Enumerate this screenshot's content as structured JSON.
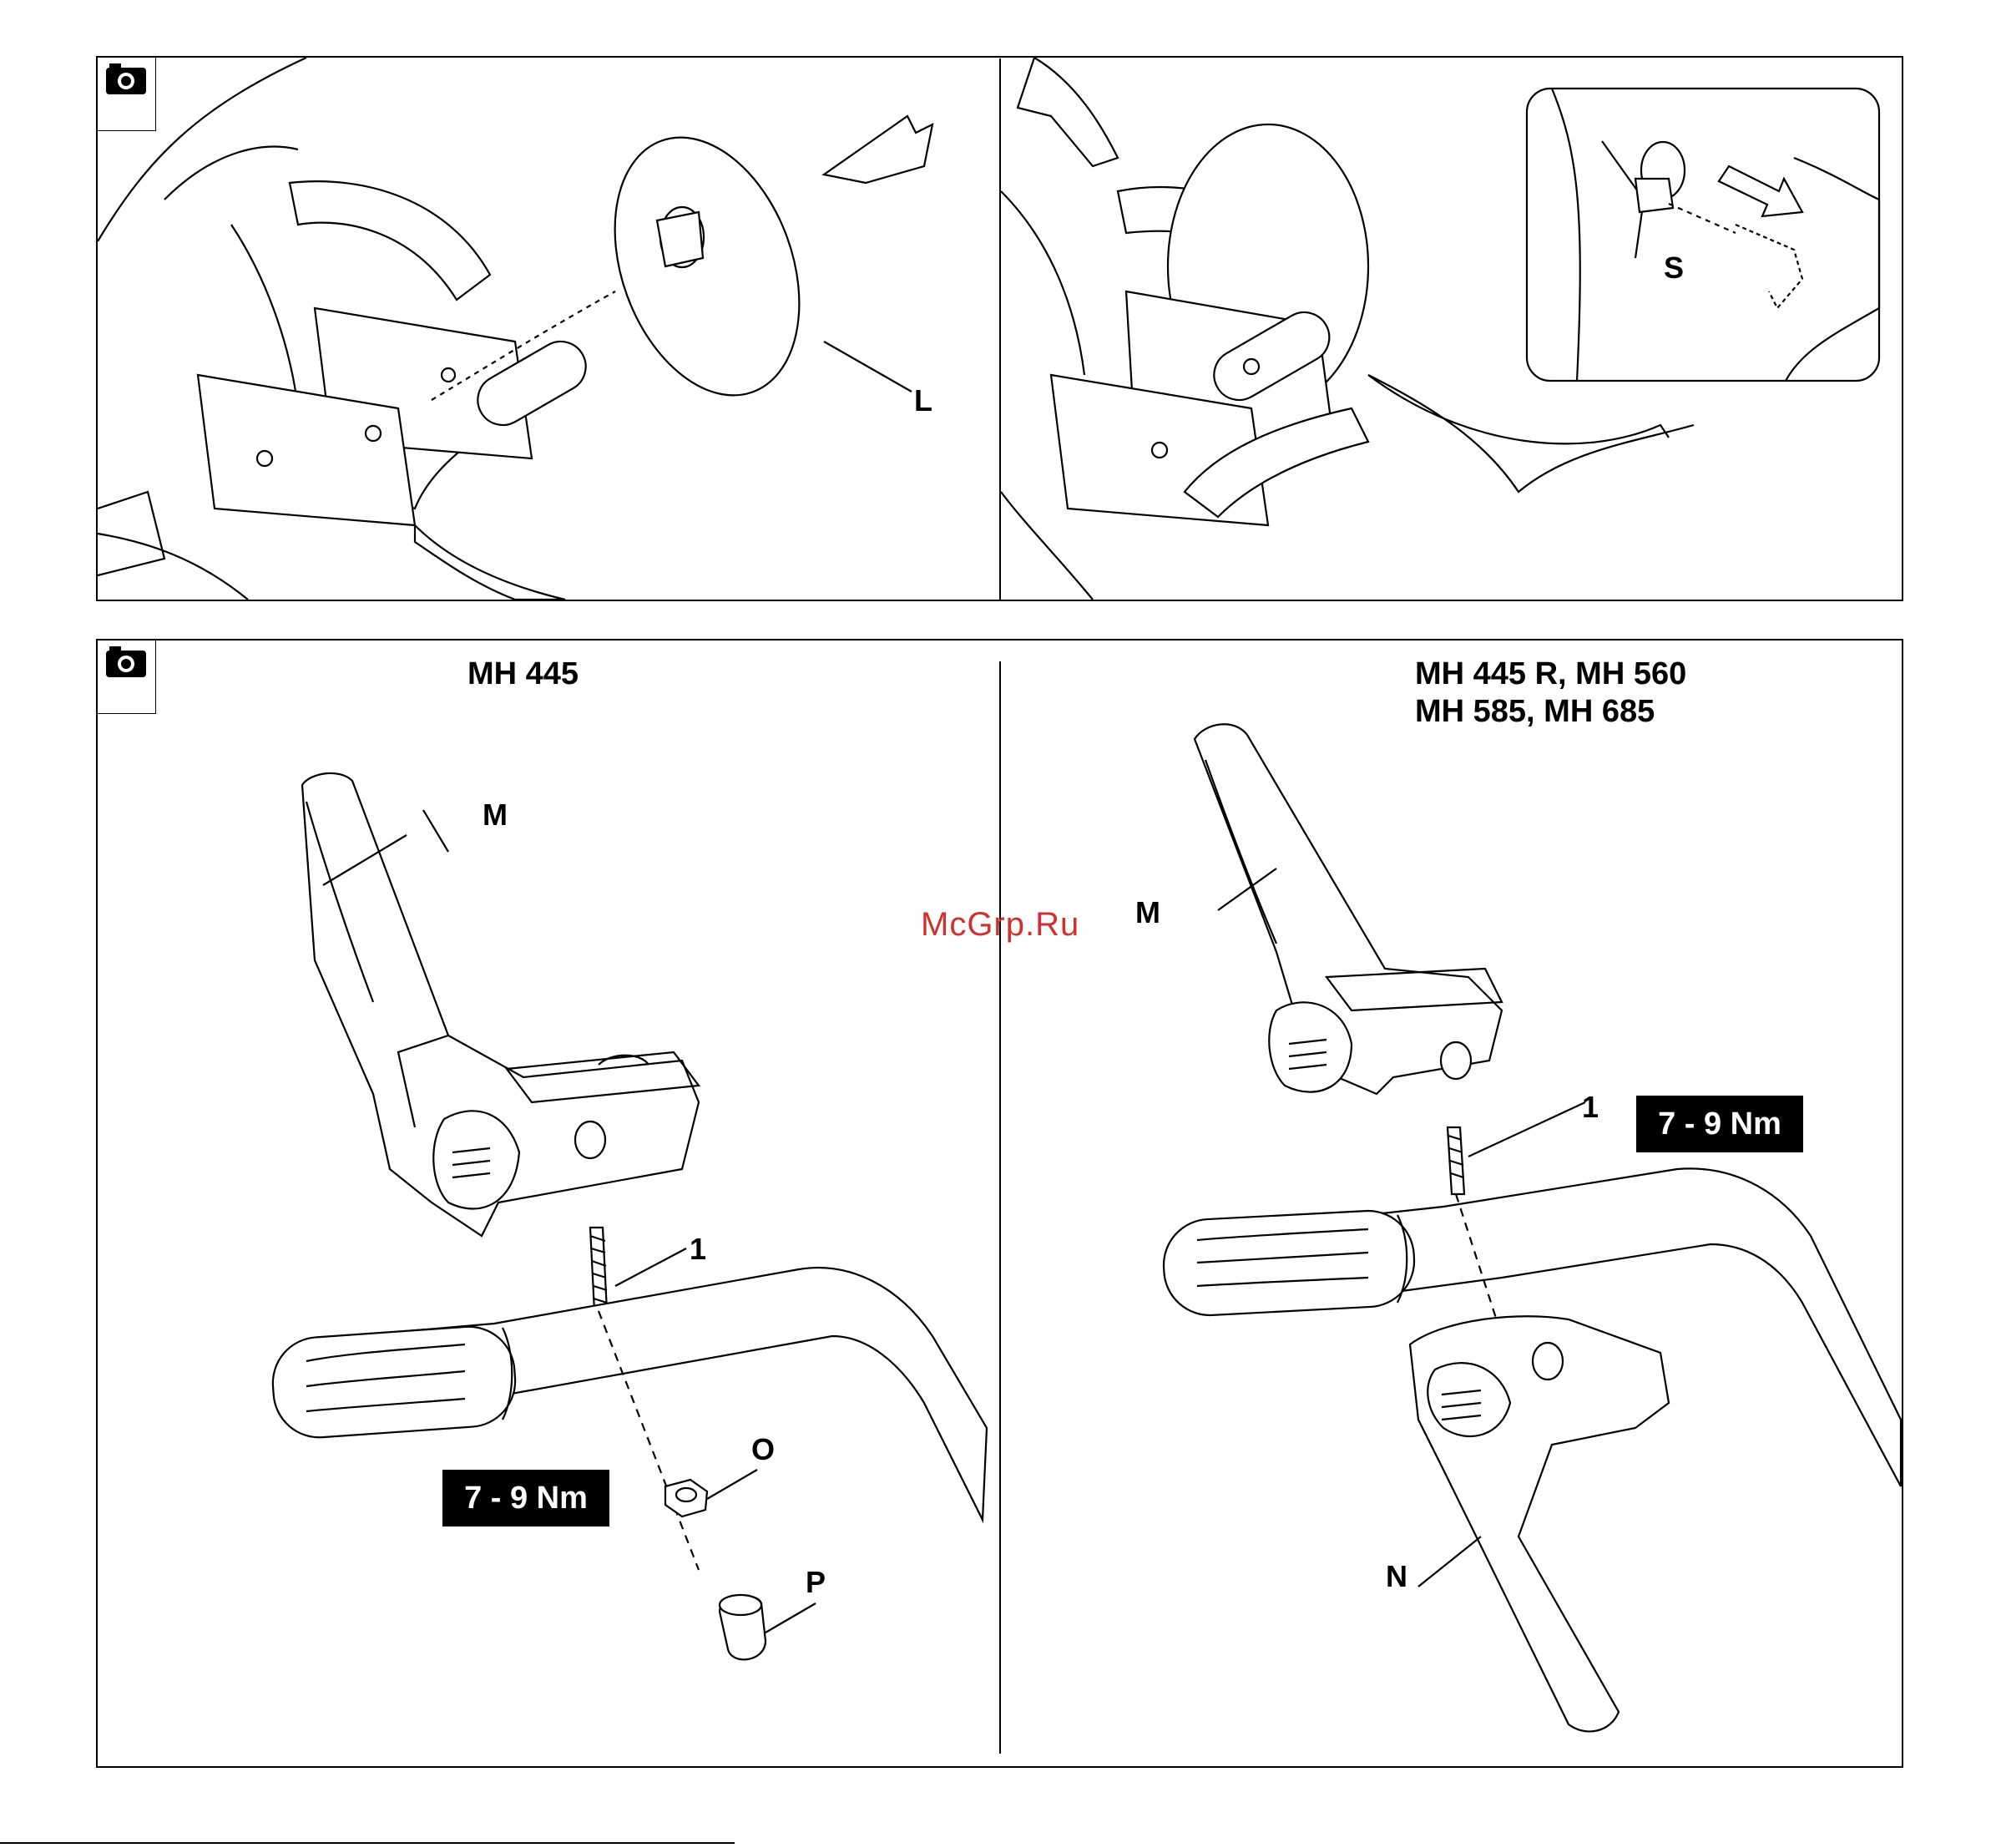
{
  "top_left": {
    "callouts": {
      "L": "L"
    }
  },
  "top_right": {
    "callouts": {
      "S": "S"
    }
  },
  "bottom_left": {
    "model": "MH 445",
    "torque": "7 - 9 Nm",
    "callouts": {
      "M": "M",
      "one": "1",
      "O": "O",
      "P": "P"
    }
  },
  "bottom_right": {
    "model_line1": "MH 445 R, MH 560",
    "model_line2": "MH 585, MH 685",
    "torque": "7 - 9 Nm",
    "callouts": {
      "M": "M",
      "one": "1",
      "N": "N"
    }
  },
  "watermark": "McGrp.Ru",
  "icons": [
    "camera-icon",
    "camera-icon"
  ]
}
